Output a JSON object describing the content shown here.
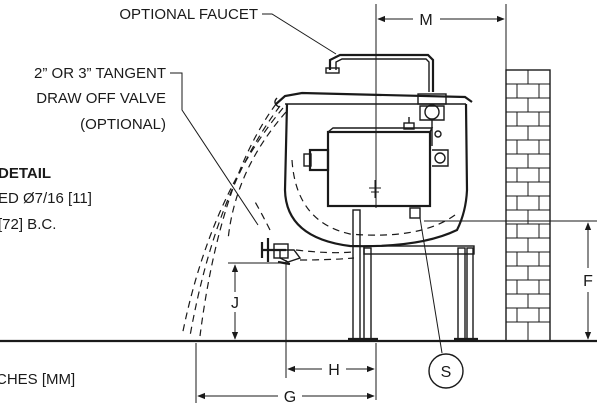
{
  "labels": {
    "optional_faucet": "OPTIONAL FAUCET",
    "valve_line1": "2” OR 3” TANGENT",
    "valve_line2": "DRAW OFF VALVE",
    "valve_line3": "(OPTIONAL)",
    "detail_title": "DETAIL",
    "detail_line1": "ED Ø7/16 [11]",
    "detail_line2": "[72] B.C.",
    "units_note": "CHES [MM]"
  },
  "dimensions": {
    "m": "M",
    "f": "F",
    "j": "J",
    "h": "H",
    "g": "G",
    "s": "S"
  }
}
